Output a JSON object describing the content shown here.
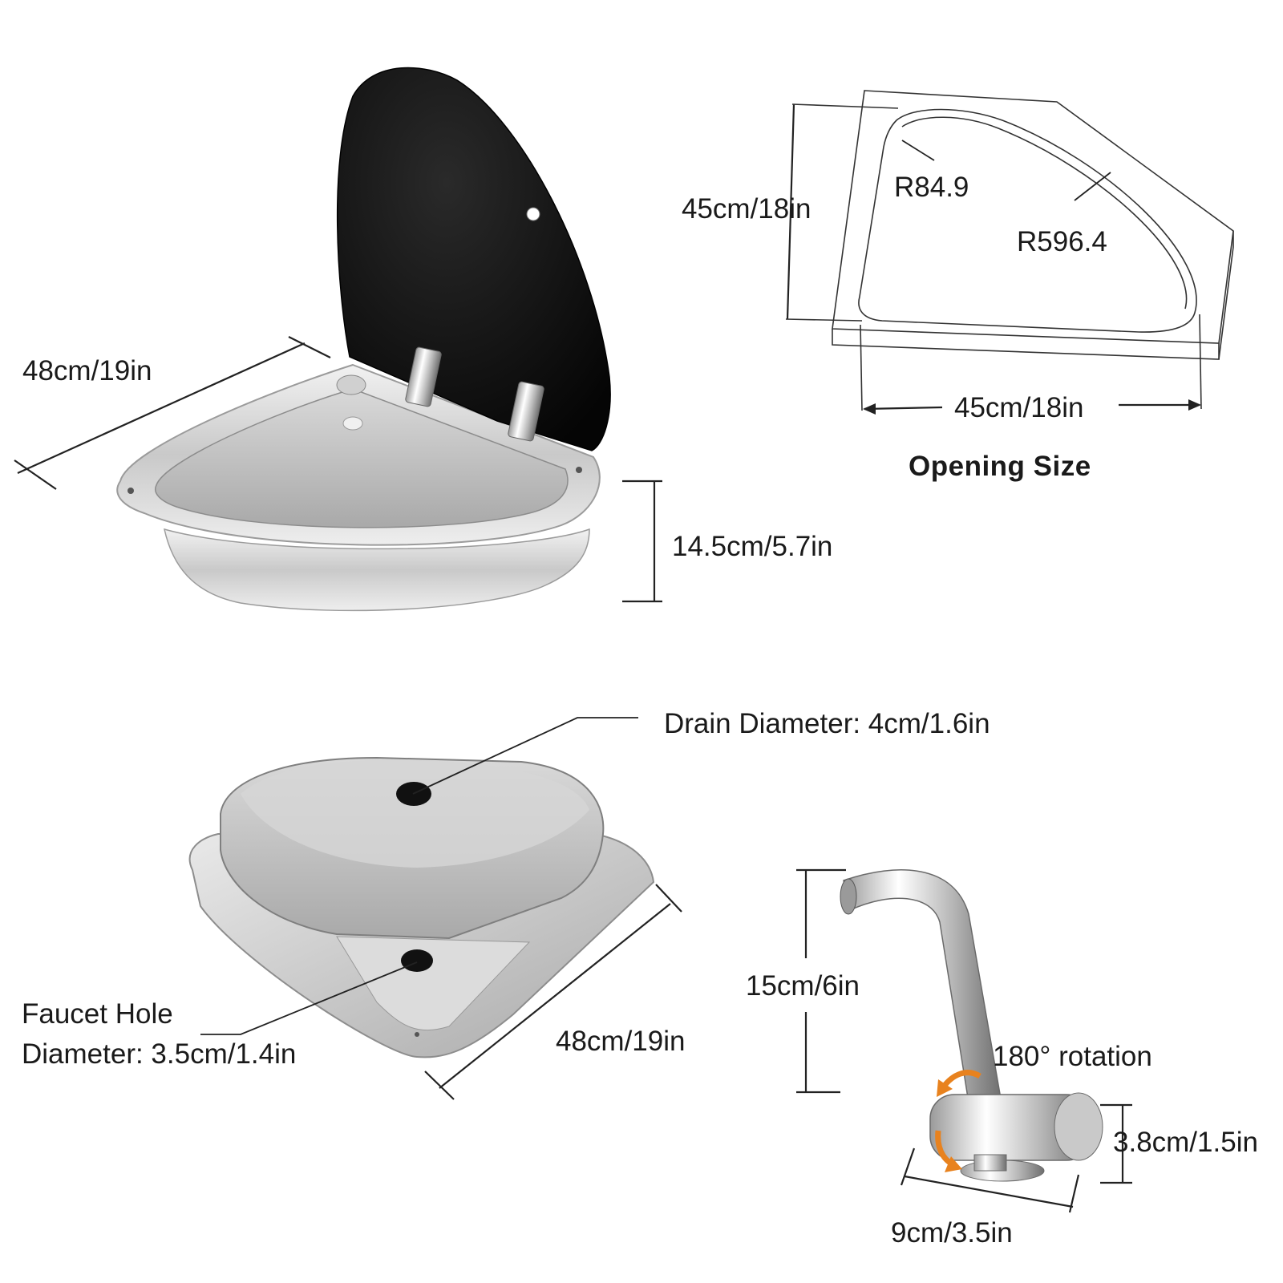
{
  "colors": {
    "steel_light": "#e6e6e6",
    "steel_mid": "#bdbdbd",
    "steel_dark": "#8c8c8c",
    "lid_black": "#0d0d0d",
    "arrow_orange": "#e8821e",
    "line": "#222222"
  },
  "sink_top": {
    "width_label": "48cm/19in",
    "height_label": "14.5cm/5.7in"
  },
  "opening": {
    "height_label": "45cm/18in",
    "width_label": "45cm/18in",
    "radius_small": "R84.9",
    "radius_large": "R596.4",
    "caption": "Opening Size"
  },
  "sink_bottom": {
    "drain_label": "Drain Diameter: 4cm/1.6in",
    "faucet_hole_line1": "Faucet Hole",
    "faucet_hole_line2": "Diameter: 3.5cm/1.4in",
    "width_label": "48cm/19in"
  },
  "faucet": {
    "height_label": "15cm/6in",
    "rotation_label": "180° rotation",
    "base_height_label": "3.8cm/1.5in",
    "base_width_label": "9cm/3.5in"
  }
}
